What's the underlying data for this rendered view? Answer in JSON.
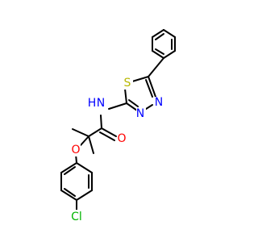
{
  "colors": {
    "background": "#ffffff",
    "bond": "#000000",
    "carbon": "#000000",
    "nitrogen": "#0000ff",
    "oxygen": "#ff0000",
    "sulfur": "#b8b800",
    "chlorine": "#00b400"
  },
  "atoms": {
    "s1": {
      "symbol": "S",
      "element": "sulfur"
    },
    "n1": {
      "symbol": "N",
      "element": "nitrogen"
    },
    "n2": {
      "symbol": "N",
      "element": "nitrogen"
    },
    "nh": {
      "symbol": "N",
      "element": "nitrogen"
    },
    "h": {
      "symbol": "H",
      "element": "nitrogen"
    },
    "o_carbonyl": {
      "symbol": "O",
      "element": "oxygen"
    },
    "o_ether": {
      "symbol": "O",
      "element": "oxygen"
    },
    "cl": {
      "symbol": "Cl",
      "element": "chlorine"
    }
  }
}
